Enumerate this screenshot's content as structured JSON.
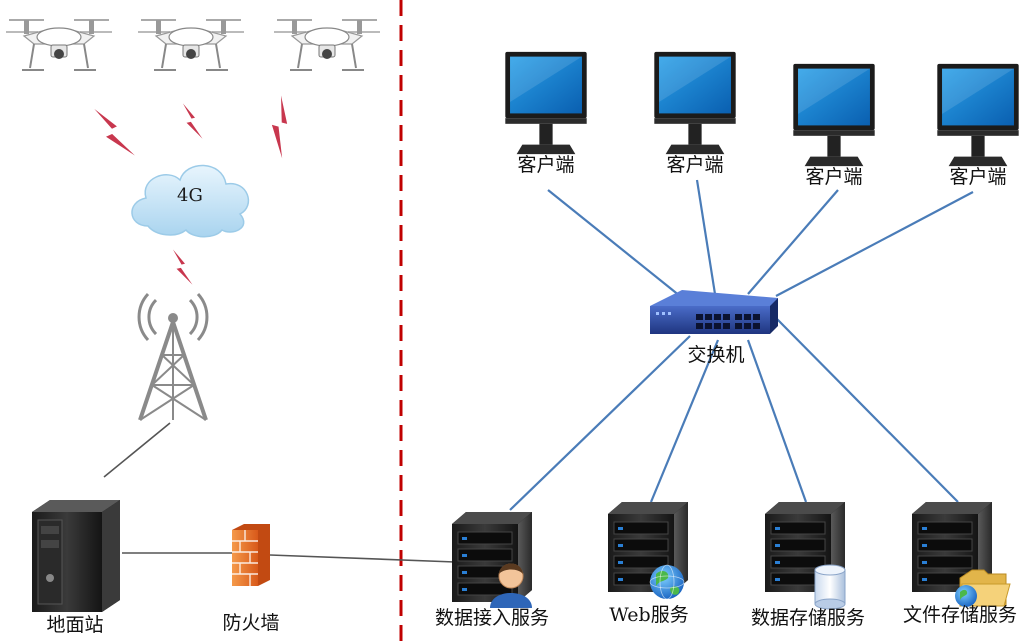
{
  "diagram": {
    "cloud_label": "4G",
    "ground_station_label": "地面站",
    "firewall_label": "防火墙",
    "switch_label": "交换机",
    "clients": [
      {
        "label": "客户端"
      },
      {
        "label": "客户端"
      },
      {
        "label": "客户端"
      },
      {
        "label": "客户端"
      }
    ],
    "servers": [
      {
        "label": "数据接入服务",
        "badge": "user-icon"
      },
      {
        "label": "Web服务",
        "badge": "globe-icon"
      },
      {
        "label": "数据存储服务",
        "badge": "database-icon"
      },
      {
        "label": "文件存储服务",
        "badge": "folder-globe-icon"
      }
    ],
    "drone_count_icon": "drone-icon",
    "colors": {
      "link": "#4a7cb8",
      "lightning": "#c8374e",
      "divider": "#c00000",
      "cloud": "#bfe0f5",
      "switch": "#2f4c9c",
      "firewall": "#e8772e"
    }
  }
}
